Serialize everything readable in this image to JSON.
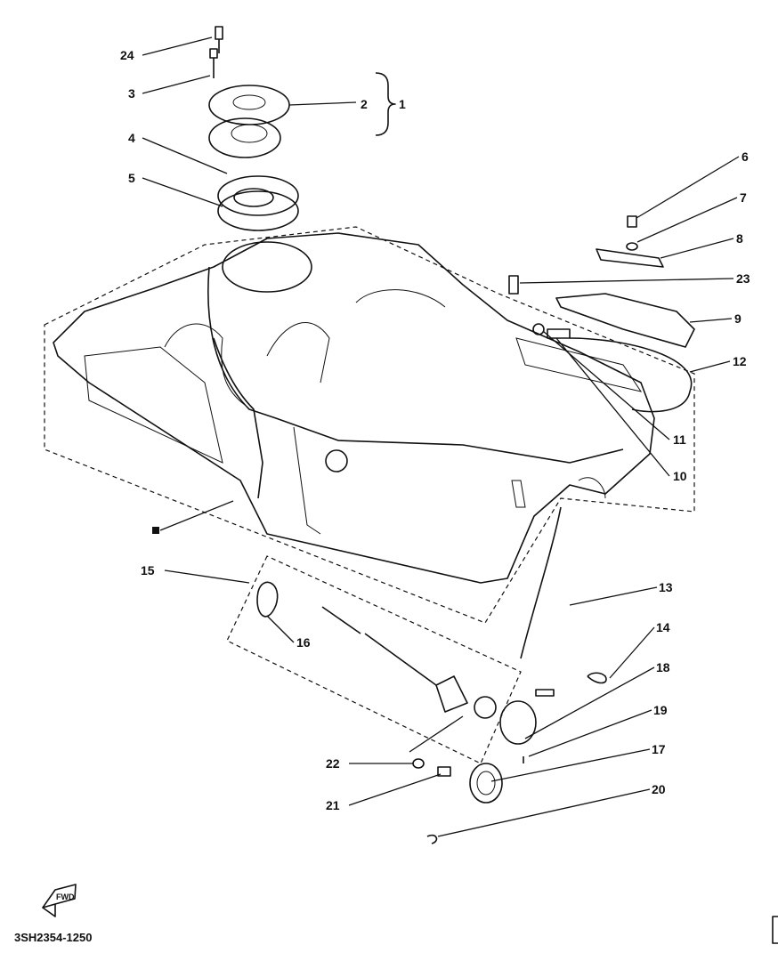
{
  "diagram": {
    "title_code": "3SH2354-1250",
    "fwd_logo": "FWD",
    "callouts": {
      "c1": "1",
      "c2": "2",
      "c3": "3",
      "c4": "4",
      "c5": "5",
      "c6": "6",
      "c7": "7",
      "c8": "8",
      "c9": "9",
      "c10": "10",
      "c11": "11",
      "c12": "12",
      "c13": "13",
      "c14": "14",
      "c15": "15",
      "c16": "16",
      "c17": "17",
      "c18": "18",
      "c19": "19",
      "c20": "20",
      "c21": "21",
      "c22": "22",
      "c23": "23",
      "c24": "24"
    }
  }
}
